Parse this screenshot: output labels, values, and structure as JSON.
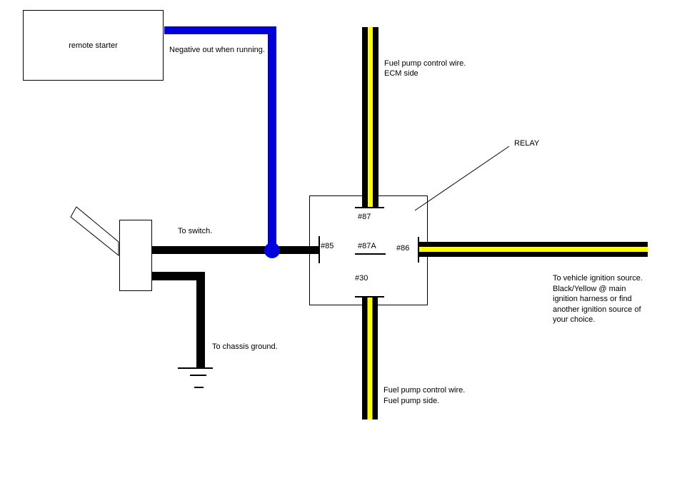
{
  "diagram": {
    "title_context": "remote starter fuel pump relay wiring",
    "remote_starter": {
      "label": "remote starter"
    },
    "blue_wire": {
      "label": "Negative out when running."
    },
    "ecm_wire": {
      "lines": [
        "Fuel pump control wire.",
        "ECM side"
      ]
    },
    "relay": {
      "label": "RELAY",
      "pins": {
        "p87": "#87",
        "p85": "#85",
        "p87a": "#87A",
        "p86": "#86",
        "p30": "#30"
      }
    },
    "ignition_wire": {
      "lines": [
        "To vehicle ignition source.",
        "Black/Yellow @ main",
        "ignition harness or find",
        "another ignition source of",
        "your choice."
      ]
    },
    "switch": {
      "label": "To switch."
    },
    "ground": {
      "label": "To chassis ground."
    },
    "fuel_pump_wire": {
      "lines": [
        "Fuel pump control wire.",
        "Fuel pump side."
      ]
    }
  },
  "colors": {
    "bg": "#ffffff",
    "diagram_line": "#000000",
    "wire_black": "#000000",
    "wire_blue": "#0000dd",
    "wire_yellow": "#ffff00",
    "text_color": "#000000"
  }
}
